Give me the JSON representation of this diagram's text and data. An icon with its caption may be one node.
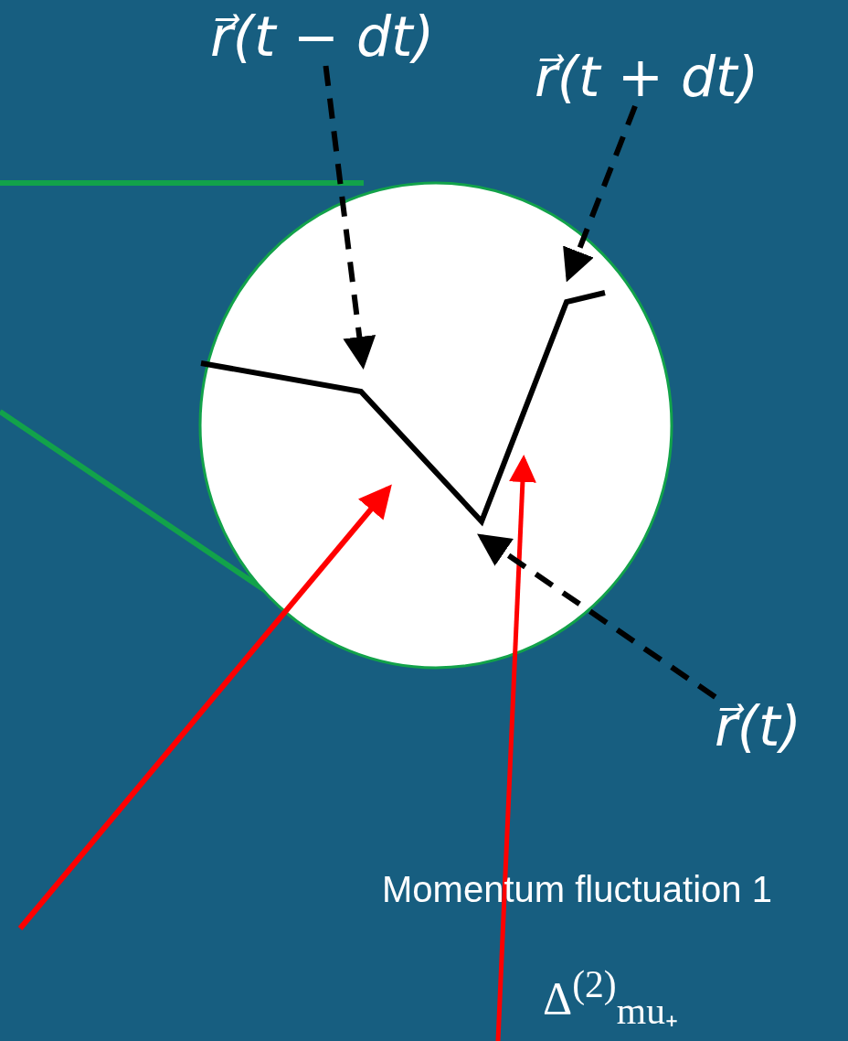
{
  "diagram": {
    "nodes": [
      {
        "text": [
          "r⃗(t − dt)"
        ]
      },
      {
        "text": [
          "r⃗(t + dt)"
        ]
      },
      {
        "text": [
          "r⃗(t)"
        ]
      }
    ],
    "edges": [
      {
        "from": 0,
        "to": null,
        "arrow": "to",
        "style": "dashed"
      },
      {
        "from": 1,
        "to": null,
        "arrow": "to",
        "style": "dashed"
      },
      {
        "from": 2,
        "to": null,
        "arrow": "to",
        "style": "dashed"
      }
    ],
    "labels": [
      "Momentum fluctuation 1",
      "Δ$^{(2)}$$_{mu₊}$"
    ]
  }
}
